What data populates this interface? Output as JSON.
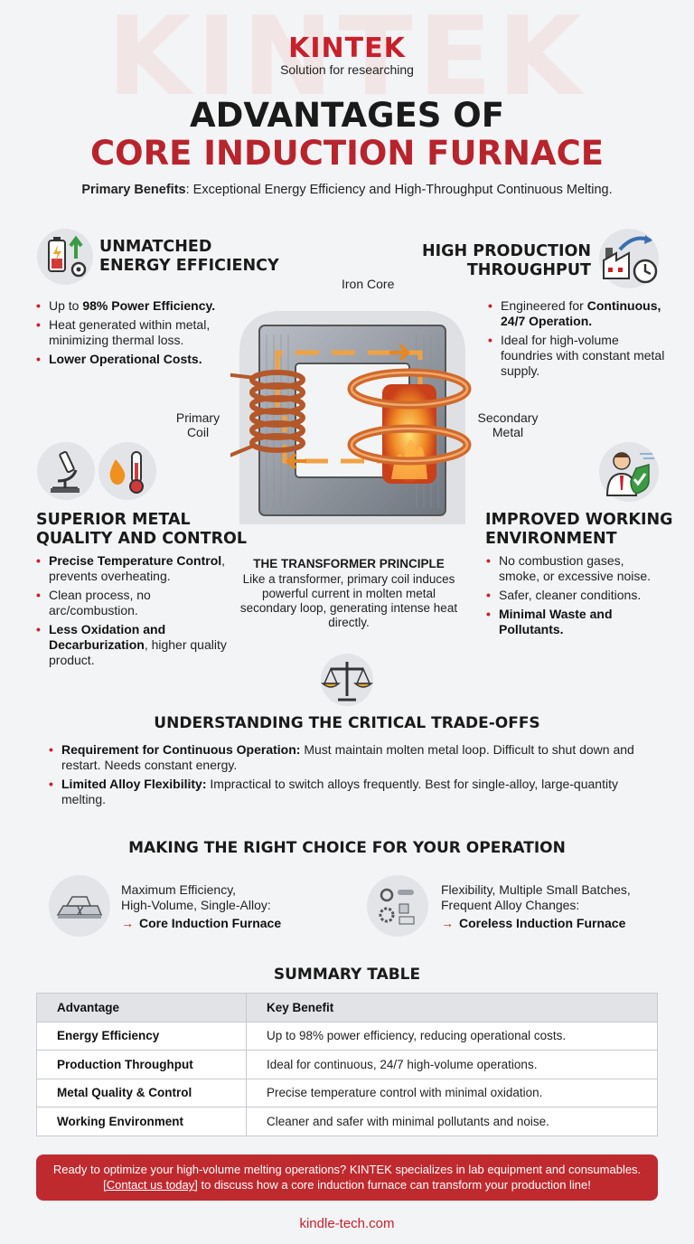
{
  "watermark": "KINTEK",
  "brand": {
    "name": "KINTEK",
    "tagline": "Solution for researching"
  },
  "title_line1": "ADVANTAGES OF",
  "title_line2": "CORE INDUCTION FURNACE",
  "subtitle": {
    "label": "Primary Benefits",
    "text": ": Exceptional Energy Efficiency and High-Throughput Continuous Melting."
  },
  "energy": {
    "title_l1": "UNMATCHED",
    "title_l2": "ENERGY EFFICIENCY",
    "b1_pre": "Up to ",
    "b1_bold": "98% Power Efficiency.",
    "b2": "Heat generated within metal, minimizing thermal loss.",
    "b3_bold": "Lower Operational Costs."
  },
  "throughput": {
    "title_l1": "HIGH PRODUCTION",
    "title_l2": "THROUGHPUT",
    "b1_pre": "Engineered for ",
    "b1_bold": "Continuous, 24/7 Operation.",
    "b2": "Ideal for high-volume foundries with constant metal supply."
  },
  "quality": {
    "title_l1": "SUPERIOR METAL",
    "title_l2": "QUALITY AND CONTROL",
    "b1_bold": "Precise Temperature Control",
    "b1_post": ", prevents overheating.",
    "b2": "Clean process, no arc/combustion.",
    "b3_bold": "Less Oxidation and Decarburization",
    "b3_post": ", higher quality product."
  },
  "environment": {
    "title_l1": "IMPROVED WORKING",
    "title_l2": "ENVIRONMENT",
    "b1": "No combustion gases, smoke, or excessive noise.",
    "b2": "Safer, cleaner conditions.",
    "b3_bold": "Minimal Waste and Pollutants."
  },
  "diagram": {
    "iron_core": "Iron Core",
    "primary_l1": "Primary",
    "primary_l2": "Coil",
    "secondary_l1": "Secondary",
    "secondary_l2": "Metal"
  },
  "principle": {
    "title": "THE TRANSFORMER PRINCIPLE",
    "text": "Like a transformer, primary coil induces powerful current in molten metal secondary loop, generating intense heat directly."
  },
  "tradeoffs": {
    "title": "UNDERSTANDING THE CRITICAL TRADE-OFFS",
    "t1_bold": "Requirement for Continuous Operation:",
    "t1_text": " Must maintain molten metal loop. Difficult to shut down and restart. Needs constant energy.",
    "t2_bold": "Limited Alloy Flexibility:",
    "t2_text": " Impractical to switch alloys frequently. Best for single-alloy, large-quantity melting."
  },
  "choice": {
    "title": "MAKING THE RIGHT CHOICE FOR YOUR OPERATION",
    "left_l1": "Maximum Efficiency,",
    "left_l2": "High-Volume, Single-Alloy:",
    "left_result": "Core Induction Furnace",
    "right_l1": "Flexibility, Multiple Small Batches,",
    "right_l2": "Frequent Alloy Changes:",
    "right_result": "Coreless Induction Furnace",
    "arrow": "→"
  },
  "summary": {
    "title": "SUMMARY TABLE",
    "headers": [
      "Advantage",
      "Key Benefit"
    ],
    "rows": [
      [
        "Energy Efficiency",
        "Up to 98% power efficiency, reducing operational costs."
      ],
      [
        "Production Throughput",
        "Ideal for continuous, 24/7 high-volume operations."
      ],
      [
        "Metal Quality & Control",
        "Precise temperature control with minimal oxidation."
      ],
      [
        "Working Environment",
        "Cleaner and safer with minimal pollutants and noise."
      ]
    ]
  },
  "cta": {
    "line1": "Ready to optimize your high-volume melting operations? KINTEK specializes in lab equipment and consumables.",
    "link": "[Contact us today]",
    "line2_post": " to discuss how a core induction furnace can transform your production line!"
  },
  "footer": "kindle-tech.com",
  "colors": {
    "brand_red": "#c8202b",
    "copper": "#c8682f",
    "core_gray": "#8a9099"
  }
}
